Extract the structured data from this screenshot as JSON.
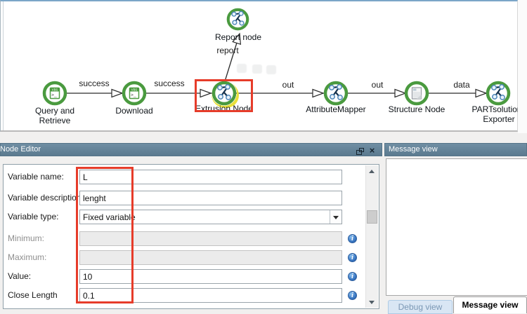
{
  "canvas": {
    "nodes": [
      {
        "label": "Query and Retrieve"
      },
      {
        "label": "Download"
      },
      {
        "label": "Extrusion Node"
      },
      {
        "label": "AttributeMapper"
      },
      {
        "label": "Structure Node"
      },
      {
        "label": "PARTsolutions Exporter"
      },
      {
        "label": "Report node"
      }
    ],
    "edge_labels": [
      {
        "text": "success"
      },
      {
        "text": "success"
      },
      {
        "text": "out"
      },
      {
        "text": "out"
      },
      {
        "text": "data"
      },
      {
        "text": "report"
      }
    ]
  },
  "node_editor": {
    "title": "Node Editor",
    "rows": [
      {
        "label": "Variable name:",
        "value": "L"
      },
      {
        "label": "Variable description:",
        "value": "lenght"
      },
      {
        "label": "Variable type:",
        "value": "Fixed variable"
      },
      {
        "label": "Minimum:",
        "value": ""
      },
      {
        "label": "Maximum:",
        "value": ""
      },
      {
        "label": "Value:",
        "value": "10"
      },
      {
        "label": "Close Length",
        "value": "0.1"
      }
    ]
  },
  "message_view": {
    "title": "Message view",
    "tabs": [
      {
        "label": "Debug view"
      },
      {
        "label": "Message view"
      }
    ]
  },
  "colors": {
    "node_ring_green": "#4a9a3f",
    "highlight_red": "#e63c2a",
    "titlebar_blue_gray": "#62839a",
    "selection_yellow": "#e9e03a",
    "info_icon_blue": "#3a77c2"
  }
}
